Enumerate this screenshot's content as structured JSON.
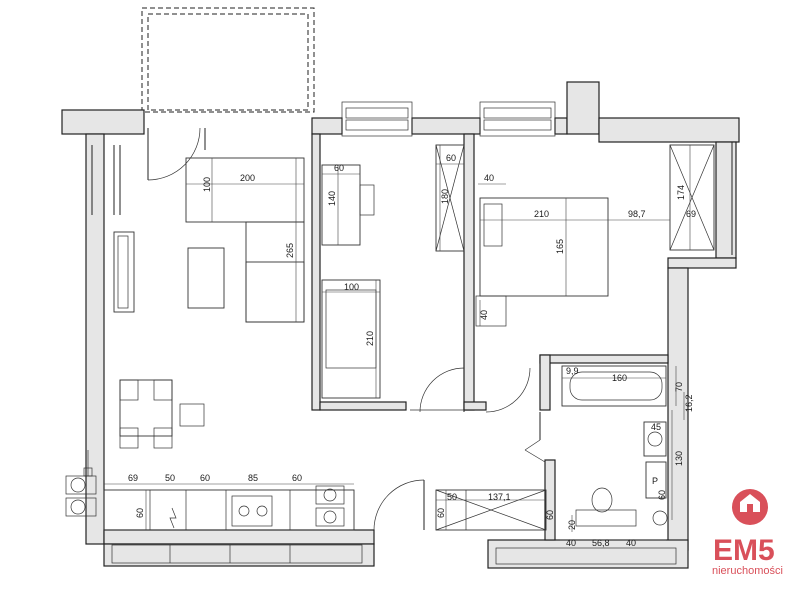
{
  "dimensions": {
    "sofa_width": "200",
    "sofa_depth": "100",
    "sofa_length": "265",
    "desk_width": "60",
    "desk_length": "140",
    "bed_single_width": "100",
    "bed_single_length": "210",
    "wardrobe_depth": "60",
    "wardrobe_length": "180",
    "nightstand_width": "40",
    "bed_double_length": "210",
    "bed_double_width": "165",
    "bedroom_gap": "98,7",
    "window_depth": "174",
    "window_offset": "69",
    "bedside_depth": "40",
    "bath_offset": "9,9",
    "bath_length": "160",
    "bath_width": "70",
    "wall_offset": "16,2",
    "sink_depth": "45",
    "bath_wall": "130",
    "wc_depth": "60",
    "wc_label": "P",
    "kitchen_1": "69",
    "kitchen_2": "50",
    "kitchen_3": "60",
    "kitchen_4": "85",
    "kitchen_5": "60",
    "kitchen_depth": "60",
    "hall_cab_depth": "60",
    "hall_cab_width": "50",
    "hall_length": "137,1",
    "hall_depth": "60",
    "bath_bottom_1": "20",
    "bath_bottom_2": "40",
    "bath_bottom_3": "56,8",
    "bath_bottom_4": "40"
  },
  "logo": {
    "title": "EM5",
    "subtitle": "nieruchomości",
    "color": "#d9505a"
  }
}
